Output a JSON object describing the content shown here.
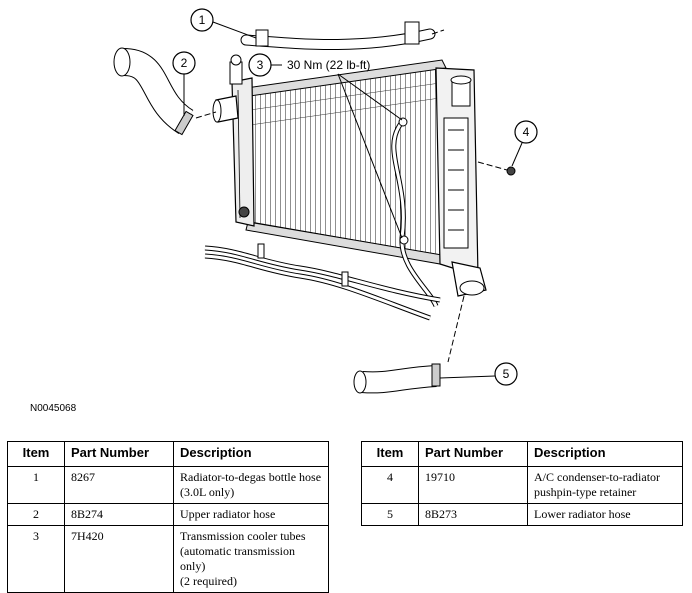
{
  "figure_id": "N0045068",
  "callouts": [
    {
      "number": "1"
    },
    {
      "number": "2"
    },
    {
      "number": "3",
      "label": "30 Nm (22 lb-ft)"
    },
    {
      "number": "4"
    },
    {
      "number": "5"
    }
  ],
  "table_headers": {
    "item": "Item",
    "part_number": "Part Number",
    "description": "Description"
  },
  "parts_left": [
    {
      "item": "1",
      "part_number": "8267",
      "description": [
        "Radiator-to-degas bottle hose",
        "(3.0L only)"
      ]
    },
    {
      "item": "2",
      "part_number": "8B274",
      "description": [
        "Upper radiator hose"
      ]
    },
    {
      "item": "3",
      "part_number": "7H420",
      "description": [
        "Transmission cooler tubes",
        "(automatic transmission only)",
        "(2 required)"
      ]
    }
  ],
  "parts_right": [
    {
      "item": "4",
      "part_number": "19710",
      "description": [
        "A/C condenser-to-radiator",
        "pushpin-type retainer"
      ]
    },
    {
      "item": "5",
      "part_number": "8B273",
      "description": [
        "Lower radiator hose"
      ]
    }
  ]
}
